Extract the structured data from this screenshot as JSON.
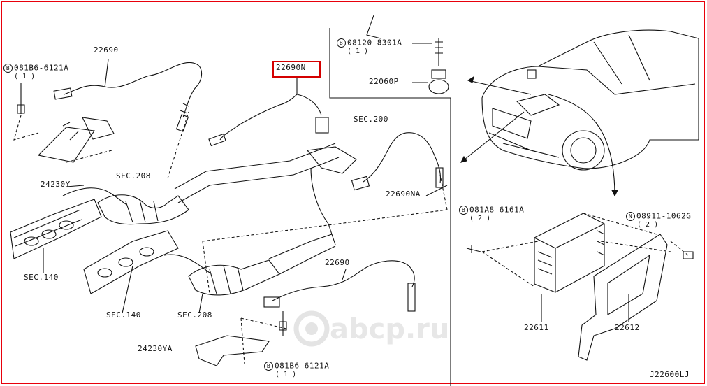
{
  "diagram_id": "J22600LJ",
  "highlighted_part": "22690N",
  "watermark": "abcp.ru",
  "labels": {
    "p22690_top": "22690",
    "p22690n": "22690N",
    "sec200": "SEC.200",
    "p22690na": "22690NA",
    "sec208_top": "SEC.208",
    "p24230y": "24230Y",
    "sec140_left": "SEC.140",
    "sec140_bottom": "SEC.140",
    "sec208_bottom": "SEC.208",
    "p22690_bottom": "22690",
    "p24230ya": "24230YA",
    "p22060p": "22060P",
    "p22611": "22611",
    "p22612": "22612"
  },
  "bolts": {
    "top_left": {
      "symbol": "B",
      "code": "081B6-6121A",
      "qty": "( 1 )"
    },
    "bottom": {
      "symbol": "B",
      "code": "081B6-6121A",
      "qty": "( 1 )"
    },
    "sensor_bolt": {
      "symbol": "B",
      "code": "08120-8301A",
      "qty": "( 1 )"
    },
    "ecm_bolt": {
      "symbol": "B",
      "code": "081A8-6161A",
      "qty": "( 2 )"
    },
    "nut": {
      "symbol": "N",
      "code": "08911-1062G",
      "qty": "( 2 )"
    }
  }
}
